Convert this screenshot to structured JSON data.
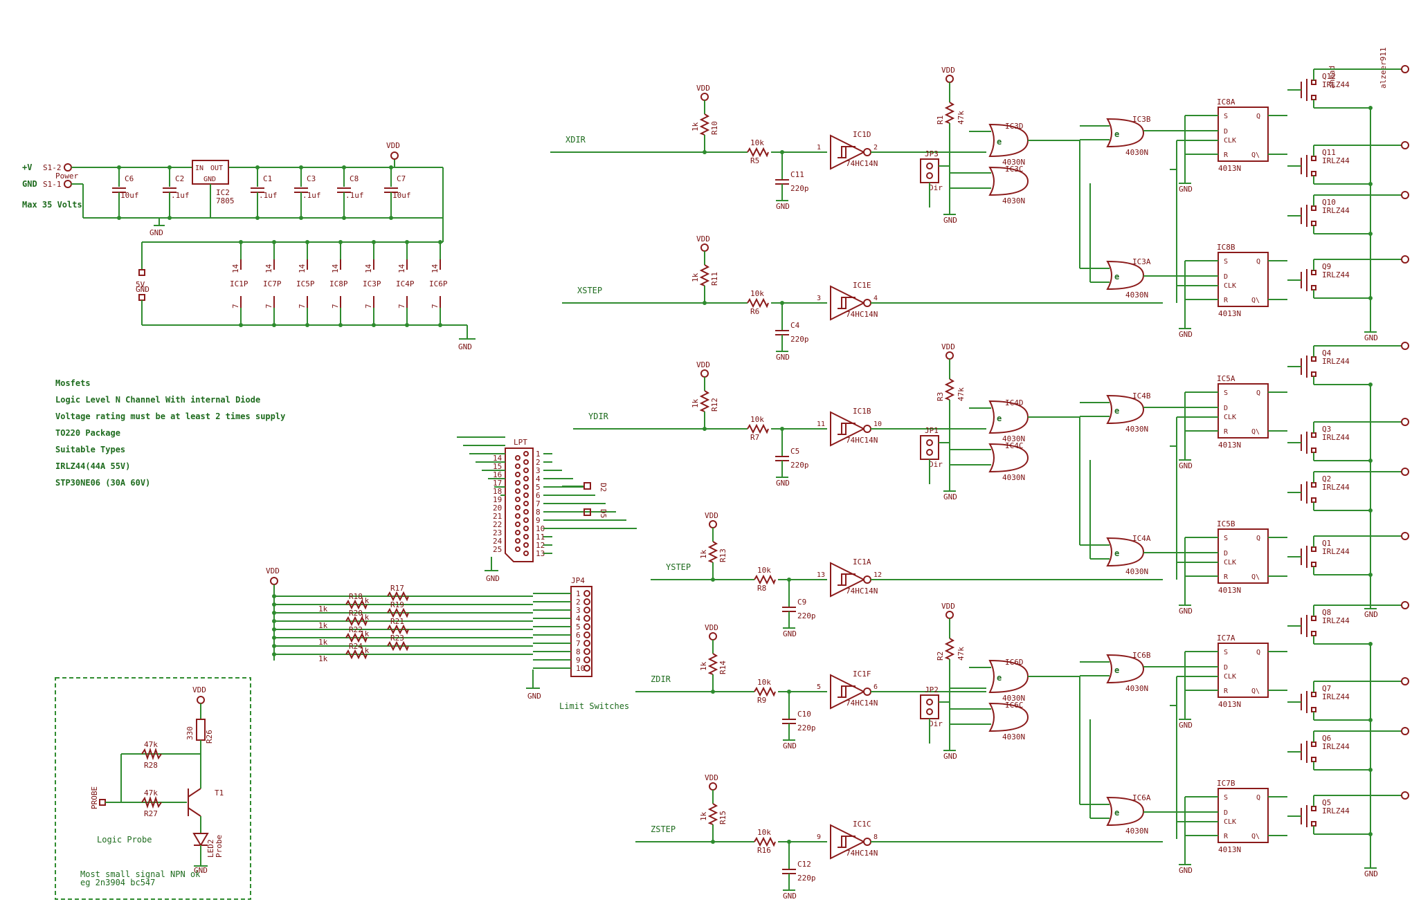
{
  "power": {
    "plus_label": "+V",
    "gnd_label": "GND",
    "s1_2": "S1-2",
    "s1_1": "S1-1",
    "power_word": "Power",
    "max_volts": "Max 35 Volts",
    "regulator_name": "IC2",
    "regulator_part": "7805",
    "reg_in": "IN",
    "reg_out": "OUT",
    "reg_gnd": "GND",
    "caps": [
      {
        "name": "C6",
        "value": "10uf"
      },
      {
        "name": "C2",
        "value": ".1uf"
      },
      {
        "name": "C1",
        "value": ".1uf"
      },
      {
        "name": "C3",
        "value": ".1uf"
      },
      {
        "name": "C8",
        "value": ".1uf"
      },
      {
        "name": "C7",
        "value": "10uf"
      }
    ],
    "vdd": "VDD",
    "gnd": "GND",
    "label_5v": "5V",
    "label_gnd": "GND",
    "ic_power": [
      "IC1P",
      "IC7P",
      "IC5P",
      "IC8P",
      "IC3P",
      "IC4P",
      "IC6P"
    ],
    "vcc_pin": "14",
    "gnd_pin": "7"
  },
  "notes": {
    "lines": [
      "Mosfets",
      "Logic Level N Channel With internal Diode",
      "Voltage rating must be at least 2 times supply",
      "TO220 Package",
      "Suitable Types",
      "IRLZ44(44A 55V)",
      "STP30NE06 (30A 60V)"
    ]
  },
  "authors": [
    "ahmad",
    "alzeer911"
  ],
  "channels": [
    {
      "signal": "XDIR",
      "res": "R5",
      "pull": "R10",
      "cap": "C11",
      "inv": "IC1D",
      "pin_in": "1",
      "pin_out": "2"
    },
    {
      "signal": "XSTEP",
      "res": "R6",
      "pull": "R11",
      "cap": "C4",
      "inv": "IC1E",
      "pin_in": "3",
      "pin_out": "4"
    },
    {
      "signal": "YDIR",
      "res": "R7",
      "pull": "R12",
      "cap": "C5",
      "inv": "IC1B",
      "pin_in": "11",
      "pin_out": "10"
    },
    {
      "signal": "YSTEP",
      "res": "R8",
      "pull": "R13",
      "cap": "C9",
      "inv": "IC1A",
      "pin_in": "13",
      "pin_out": "12"
    },
    {
      "signal": "ZDIR",
      "res": "R9",
      "pull": "R14",
      "cap": "C10",
      "inv": "IC1F",
      "pin_in": "5",
      "pin_out": "6"
    },
    {
      "signal": "ZSTEP",
      "res": "R16",
      "pull": "R15",
      "cap": "C12",
      "inv": "IC1C",
      "pin_in": "9",
      "pin_out": "8"
    }
  ],
  "common": {
    "res_10k": "10k",
    "res_1k": "1k",
    "res_47k": "47k",
    "cap_220p": "220p",
    "inverter_part": "74HC14N",
    "xor_part": "4030N",
    "ff_part": "4013N",
    "fet_part": "IRLZ44",
    "vdd": "VDD",
    "gnd": "GND",
    "dir": "Dir",
    "ff_s": "S",
    "ff_q": "Q",
    "ff_d": "D",
    "ff_clk": "CLK",
    "ff_r": "R",
    "ff_qn": "Q\\"
  },
  "axes": [
    {
      "jumper": "JP3",
      "pullup": "R1",
      "xor_a": "IC3D",
      "xor_b": "IC3C",
      "xor_c": "IC3B",
      "xor_d": "IC3A",
      "ff_a": "IC8A",
      "ff_b": "IC8B",
      "fets": [
        "Q12",
        "Q11",
        "Q10",
        "Q9"
      ]
    },
    {
      "jumper": "JP1",
      "pullup": "R3",
      "xor_a": "IC4D",
      "xor_b": "IC4C",
      "xor_c": "IC4B",
      "xor_d": "IC4A",
      "ff_a": "IC5A",
      "ff_b": "IC5B",
      "fets": [
        "Q4",
        "Q3",
        "Q2",
        "Q1"
      ]
    },
    {
      "jumper": "JP2",
      "pullup": "R2",
      "xor_a": "IC6D",
      "xor_b": "IC6C",
      "xor_c": "IC6B",
      "xor_d": "IC6A",
      "ff_a": "IC7A",
      "ff_b": "IC7B",
      "fets": [
        "Q8",
        "Q7",
        "Q6",
        "Q5"
      ]
    }
  ],
  "lpt": {
    "name": "LPT",
    "left_pins": [
      "14",
      "15",
      "16",
      "17",
      "18",
      "19",
      "20",
      "21",
      "22",
      "23",
      "24",
      "25"
    ],
    "right_pins": [
      "1",
      "2",
      "3",
      "4",
      "5",
      "6",
      "7",
      "8",
      "9",
      "10",
      "11",
      "12",
      "13"
    ],
    "d2": "D2",
    "d5": "D5",
    "gnd": "GND"
  },
  "limit": {
    "jp": "JP4",
    "pins": [
      "1",
      "2",
      "3",
      "4",
      "5",
      "6",
      "7",
      "8",
      "9",
      "10"
    ],
    "caption": "Limit Switches",
    "resistors": [
      "R17",
      "R18",
      "R19",
      "R20",
      "R21",
      "R22",
      "R23",
      "R24"
    ],
    "res_value": "1k",
    "vdd": "VDD",
    "gnd": "GND"
  },
  "probe": {
    "title": "Logic Probe",
    "note1": "Most small signal NPN ok",
    "note2": "eg 2n3904 bc547",
    "probe_label": "PROBE",
    "transistor": "T1",
    "r26": "R26",
    "r26_val": "330",
    "r28": "R28",
    "r28_val": "47k",
    "r27": "R27",
    "r27_val": "47k",
    "led": "LED2",
    "led_sub": "Probe",
    "vdd": "VDD",
    "gnd": "GND"
  }
}
